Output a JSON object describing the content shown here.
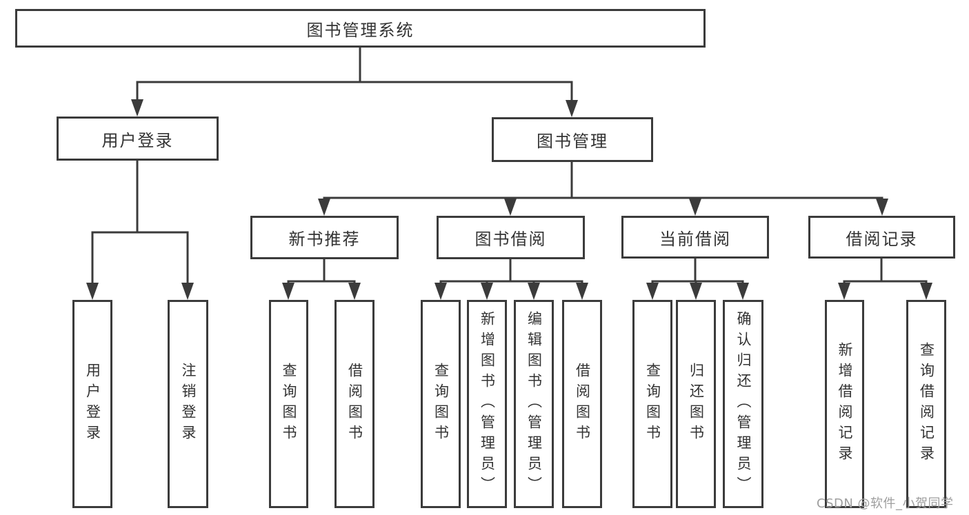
{
  "diagram": {
    "root_label": "图书管理系统",
    "branches": [
      {
        "label": "用户登录",
        "leaves": [
          "用户登录",
          "注销登录"
        ]
      },
      {
        "label": "图书管理",
        "sections": [
          {
            "label": "新书推荐",
            "leaves": [
              "查询图书",
              "借阅图书"
            ]
          },
          {
            "label": "图书借阅",
            "leaves": [
              "查询图书",
              "新增图书（管理员）",
              "编辑图书（管理员）",
              "借阅图书"
            ]
          },
          {
            "label": "当前借阅",
            "leaves": [
              "查询图书",
              "归还图书",
              "确认归还（管理员）"
            ]
          },
          {
            "label": "借阅记录",
            "leaves": [
              "新增借阅记录",
              "查询借阅记录"
            ]
          }
        ]
      }
    ],
    "colors": {
      "line": "#3b3b3b",
      "box_border": "#3b3b3b",
      "box_fill": "#ffffff",
      "text": "#333333",
      "watermark": "#9e9e9e"
    },
    "watermark": "CSDN @软件_小贺同学"
  }
}
